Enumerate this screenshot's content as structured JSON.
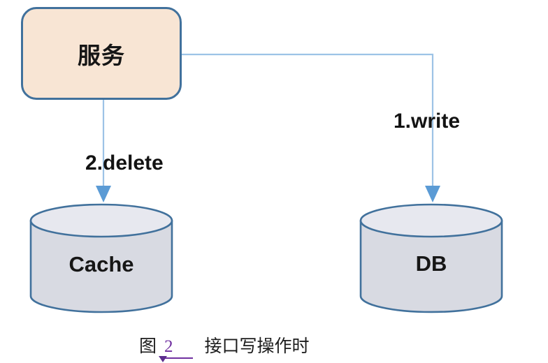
{
  "diagram": {
    "nodes": {
      "service": {
        "label": "服务",
        "shape": "rounded-rectangle"
      },
      "cache": {
        "label": "Cache",
        "shape": "cylinder"
      },
      "db": {
        "label": "DB",
        "shape": "cylinder"
      }
    },
    "edges": {
      "write": {
        "label": "1.write",
        "from": "service",
        "to": "db"
      },
      "delete": {
        "label": "2.delete",
        "from": "service",
        "to": "cache"
      }
    },
    "colors": {
      "service_fill": "#F8E5D4",
      "service_border": "#41719C",
      "cylinder_body_fill": "#D8DAE2",
      "cylinder_top_fill": "#E7E8EF",
      "cylinder_border": "#41719C",
      "connector_line": "#9DC3E6",
      "arrowhead": "#5B9BD5",
      "label_text": "#131313",
      "reference_purple": "#7030A0"
    }
  },
  "caption": {
    "figure_prefix": "图",
    "figure_number": "2",
    "title": "接口写操作时"
  }
}
